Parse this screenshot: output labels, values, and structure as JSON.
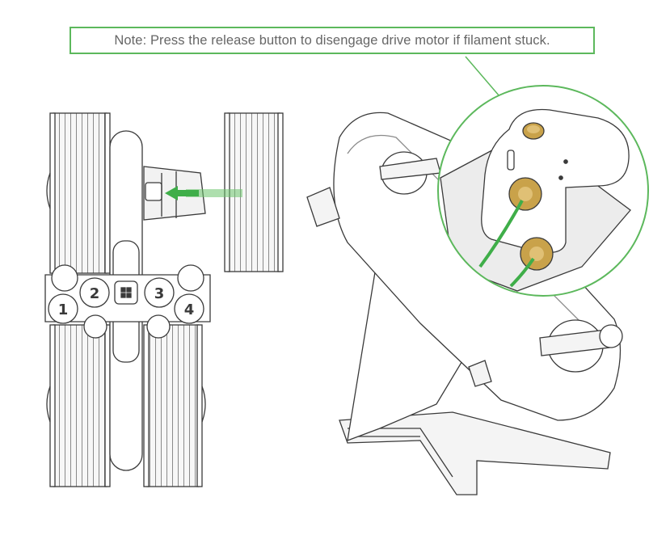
{
  "note": {
    "text": "Note: Press the release button to disengage drive motor if filament stuck."
  },
  "slots": {
    "labels": [
      "1",
      "2",
      "3",
      "4"
    ]
  },
  "colors": {
    "accent_green": "#5cb85c",
    "filament_green": "#3fae49",
    "outline": "#3a3a3a",
    "shade": "#e6e6e6",
    "gold": "#c9a24a",
    "text": "#666666"
  }
}
